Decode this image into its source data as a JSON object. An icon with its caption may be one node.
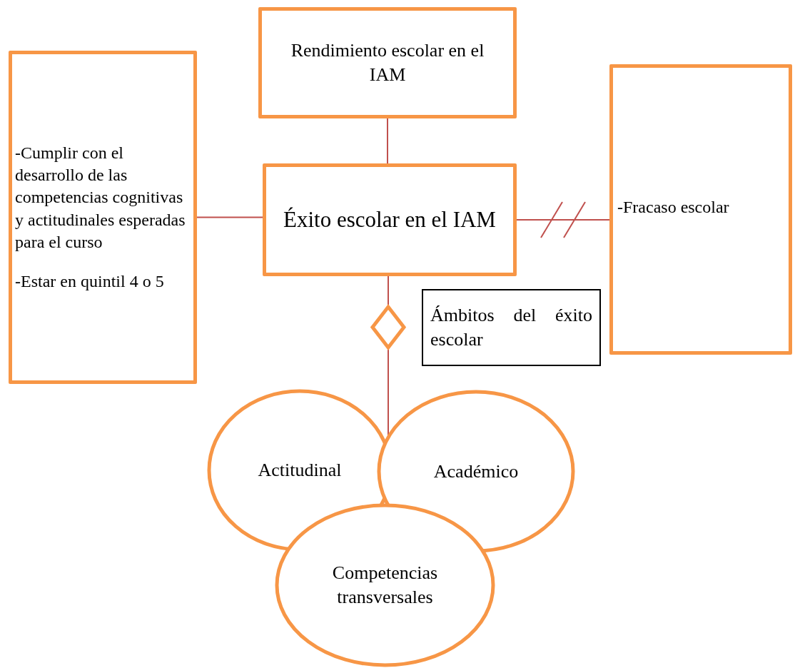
{
  "diagram": {
    "nodes": [
      {
        "text": [
          "Rendimiento escolar en el IAM"
        ]
      },
      {
        "text": [
          "-Cumplir con el desarrollo de las competencias cognitivas y actitudinales esperadas para el curso",
          "-Estar en quintil 4 o 5"
        ]
      },
      {
        "text": [
          "Éxito escolar en el IAM"
        ]
      },
      {
        "text": [
          "-Fracaso escolar"
        ]
      },
      {
        "text": [],
        "shape": "diamond"
      },
      {
        "text": [
          "Ámbitos del éxito escolar"
        ]
      },
      {
        "text": [
          "Actitudinal"
        ]
      },
      {
        "text": [
          "Académico"
        ]
      },
      {
        "text": [
          "Competencias transversales"
        ]
      }
    ],
    "edges": [
      {
        "from": 0,
        "to": 2,
        "arrow": "none"
      },
      {
        "from": 1,
        "to": 2,
        "arrow": "none"
      },
      {
        "from": 2,
        "to": 3,
        "arrow": "none"
      },
      {
        "from": 2,
        "to": 4,
        "arrow": "none"
      },
      {
        "from": 4,
        "to": 6,
        "arrow": "none"
      },
      {
        "from": 4,
        "to": 7,
        "arrow": "none"
      }
    ]
  }
}
